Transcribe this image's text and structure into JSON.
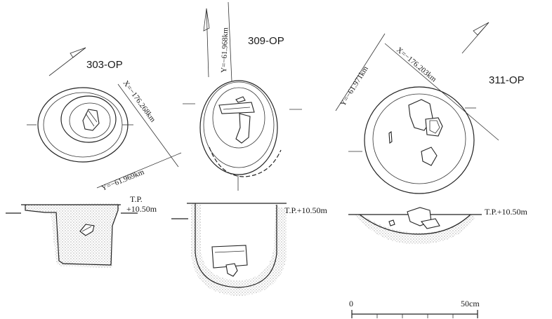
{
  "features": [
    {
      "label": "303-OP",
      "coord_x": "X=−176.268km",
      "coord_y": "Y=−61.969km",
      "tp": [
        "T.P.",
        "+10.50m"
      ]
    },
    {
      "label": "309-OP",
      "coord_y": "Y=−61.968km",
      "tp": [
        "T.P.+10.50m"
      ]
    },
    {
      "label": "311-OP",
      "coord_y": "Y=−61.971km",
      "coord_x": "X=−176.203km",
      "tp": [
        "T.P.+10.50m"
      ]
    }
  ],
  "scale": {
    "start": "0",
    "end": "50cm"
  }
}
